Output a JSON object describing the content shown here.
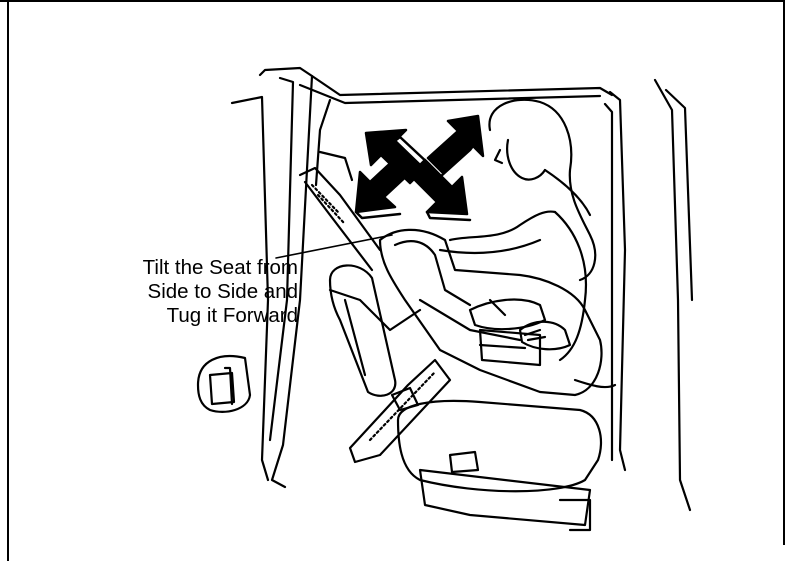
{
  "callout": {
    "label": "Tilt the Seat from\nSide to Side and\nTug it Forward"
  },
  "illustration": {
    "subject": "woman installing child safety seat in vehicle rear seat",
    "arrows": [
      "up-left",
      "up-right",
      "down-left",
      "down-right"
    ]
  },
  "colors": {
    "line": "#000000",
    "background": "#ffffff"
  }
}
